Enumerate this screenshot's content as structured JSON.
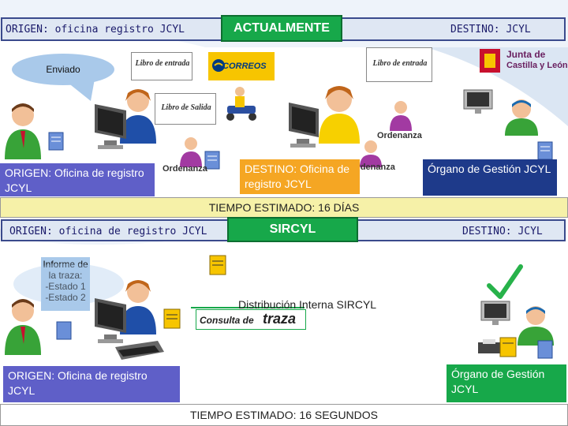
{
  "top": {
    "header_left": "ORIGEN: oficina registro JCYL",
    "header_center": "ACTUALMENTE",
    "header_right": "DESTINO: JCYL",
    "bubble": "Enviado",
    "book_entry_left": "Libro de entrada",
    "book_entry_right": "Libro de entrada",
    "book_exit": "Libro de Salida",
    "correos_logo": "CORREOS",
    "jcyl_logo_line1": "Junta de",
    "jcyl_logo_line2": "Castilla y León",
    "ordenanza_1": "Ordenanza",
    "ordenanza_2": "Ordenanza",
    "ordenanza_3": "Ordenanza",
    "origin_label": "ORIGEN: Oficina de registro JCYL",
    "destino_label": "DESTINO: Oficina de registro JCYL",
    "organo_label": "Órgano de Gestión JCYL",
    "time": "TIEMPO ESTIMADO: 16 DÍAS"
  },
  "bottom": {
    "header_left": "ORIGEN: oficina de registro JCYL",
    "header_center": "SIRCYL",
    "header_right": "DESTINO: JCYL",
    "bubble": "Informe de la traza:\n-Estado 1\n-Estado 2",
    "distribucion": "Distribución Interna SIRCYL",
    "consulta_prefix": "Consulta de",
    "consulta_word": "traza",
    "origin_label": "ORIGEN: Oficina de registro JCYL",
    "organo_label": "Órgano de Gestión JCYL",
    "time": "TIEMPO ESTIMADO: 16 SEGUNDOS"
  },
  "colors": {
    "green": "#17a84a",
    "blue_box": "#5f5fc8",
    "dark_blue": "#1e3a8a",
    "orange": "#f5a623",
    "time_bar": "#f6f1a8",
    "check": "#27b24a"
  },
  "icons": [
    "person-icon",
    "computer-icon",
    "document-icon",
    "printer-icon",
    "motorcycle-courier-icon",
    "checkmark-icon"
  ]
}
